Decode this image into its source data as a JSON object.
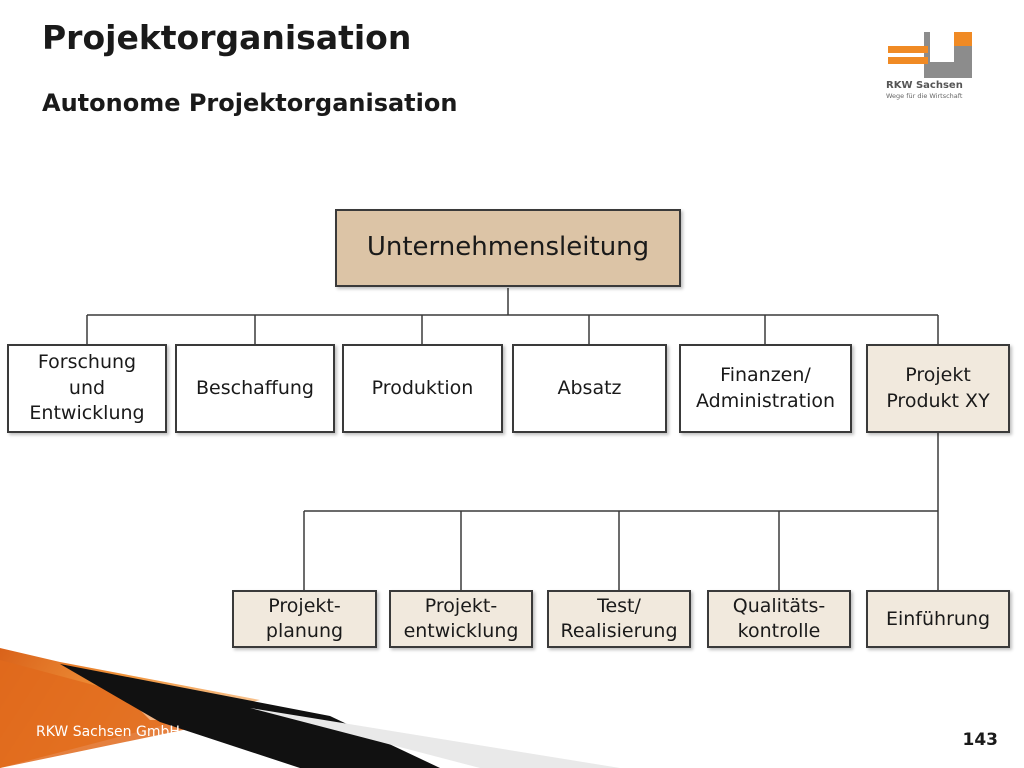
{
  "header": {
    "title": "Projektorganisation",
    "subtitle": "Autonome Projektorganisation"
  },
  "logo": {
    "name": "RKW Sachsen",
    "tagline": "Wege für die Wirtschaft",
    "colors": {
      "orange": "#f08a24",
      "gray": "#8c8c8c"
    }
  },
  "org_chart": {
    "root": "Unternehmensleitung",
    "departments": [
      "Forschung\nund\nEntwicklung",
      "Beschaffung",
      "Produktion",
      "Absatz",
      "Finanzen/\nAdministration",
      "Projekt\nProdukt XY"
    ],
    "project_units": [
      "Projekt-\nplanung",
      "Projekt-\nentwicklung",
      "Test/\nRealisierung",
      "Qualitäts-\nkontrolle",
      "Einführung"
    ]
  },
  "footer": {
    "company": "RKW Sachsen GmbH",
    "page_number": "143"
  },
  "colors": {
    "root_fill": "#dcc4a6",
    "project_fill": "#f1e9dd",
    "footer_orange": "#e8731a"
  }
}
